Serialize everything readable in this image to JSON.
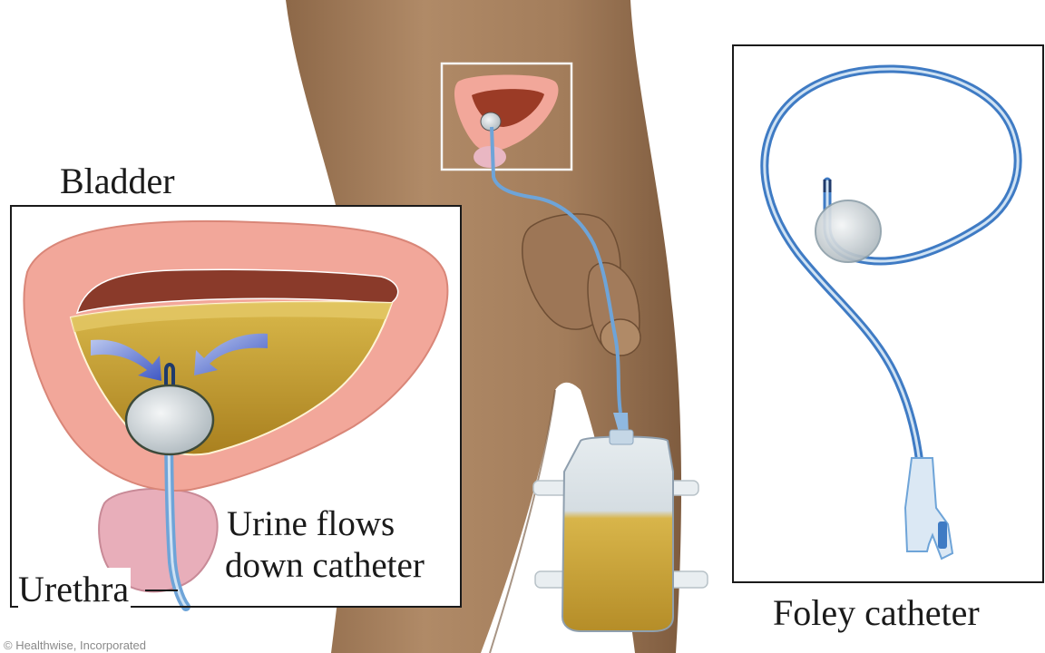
{
  "labels": {
    "bladder": "Bladder",
    "urine_flows_line1": "Urine flows",
    "urine_flows_line2": "down catheter",
    "urethra": "Urethra",
    "foley_catheter": "Foley catheter",
    "copyright": "© Healthwise, Incorporated"
  },
  "colors": {
    "skin": "#a9825f",
    "skin_dark": "#8a6446",
    "bladder_tissue": "#f2a79a",
    "bladder_wall": "#8a3a2a",
    "urine": "#c9a42b",
    "catheter": "#6ea4d8",
    "frame": "#1a1a1a"
  }
}
